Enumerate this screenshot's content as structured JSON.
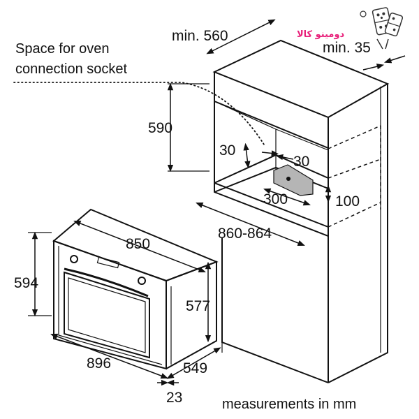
{
  "socket_note": {
    "line1": "Space for oven",
    "line2": "connection socket"
  },
  "dimensions": {
    "cabinet_width_min": "min. 560",
    "rear_gap_min": "min. 35",
    "niche_height": "590",
    "socket_offset_left": "30",
    "socket_offset_right": "30",
    "socket_width": "300",
    "socket_height": "100",
    "niche_height_range": "860-864",
    "oven_body_width": "850",
    "oven_height": "594",
    "oven_body_height": "577",
    "oven_width": "896",
    "oven_depth": "549",
    "front_panel_thickness": "23"
  },
  "units_note": "measurements in mm",
  "logo": {
    "text": "دومینو کالا",
    "icon": "domino-logo-icon"
  },
  "colors": {
    "line": "#111111",
    "logo_accent": "#e8207a",
    "socket_fill": "#b5b5b5"
  }
}
